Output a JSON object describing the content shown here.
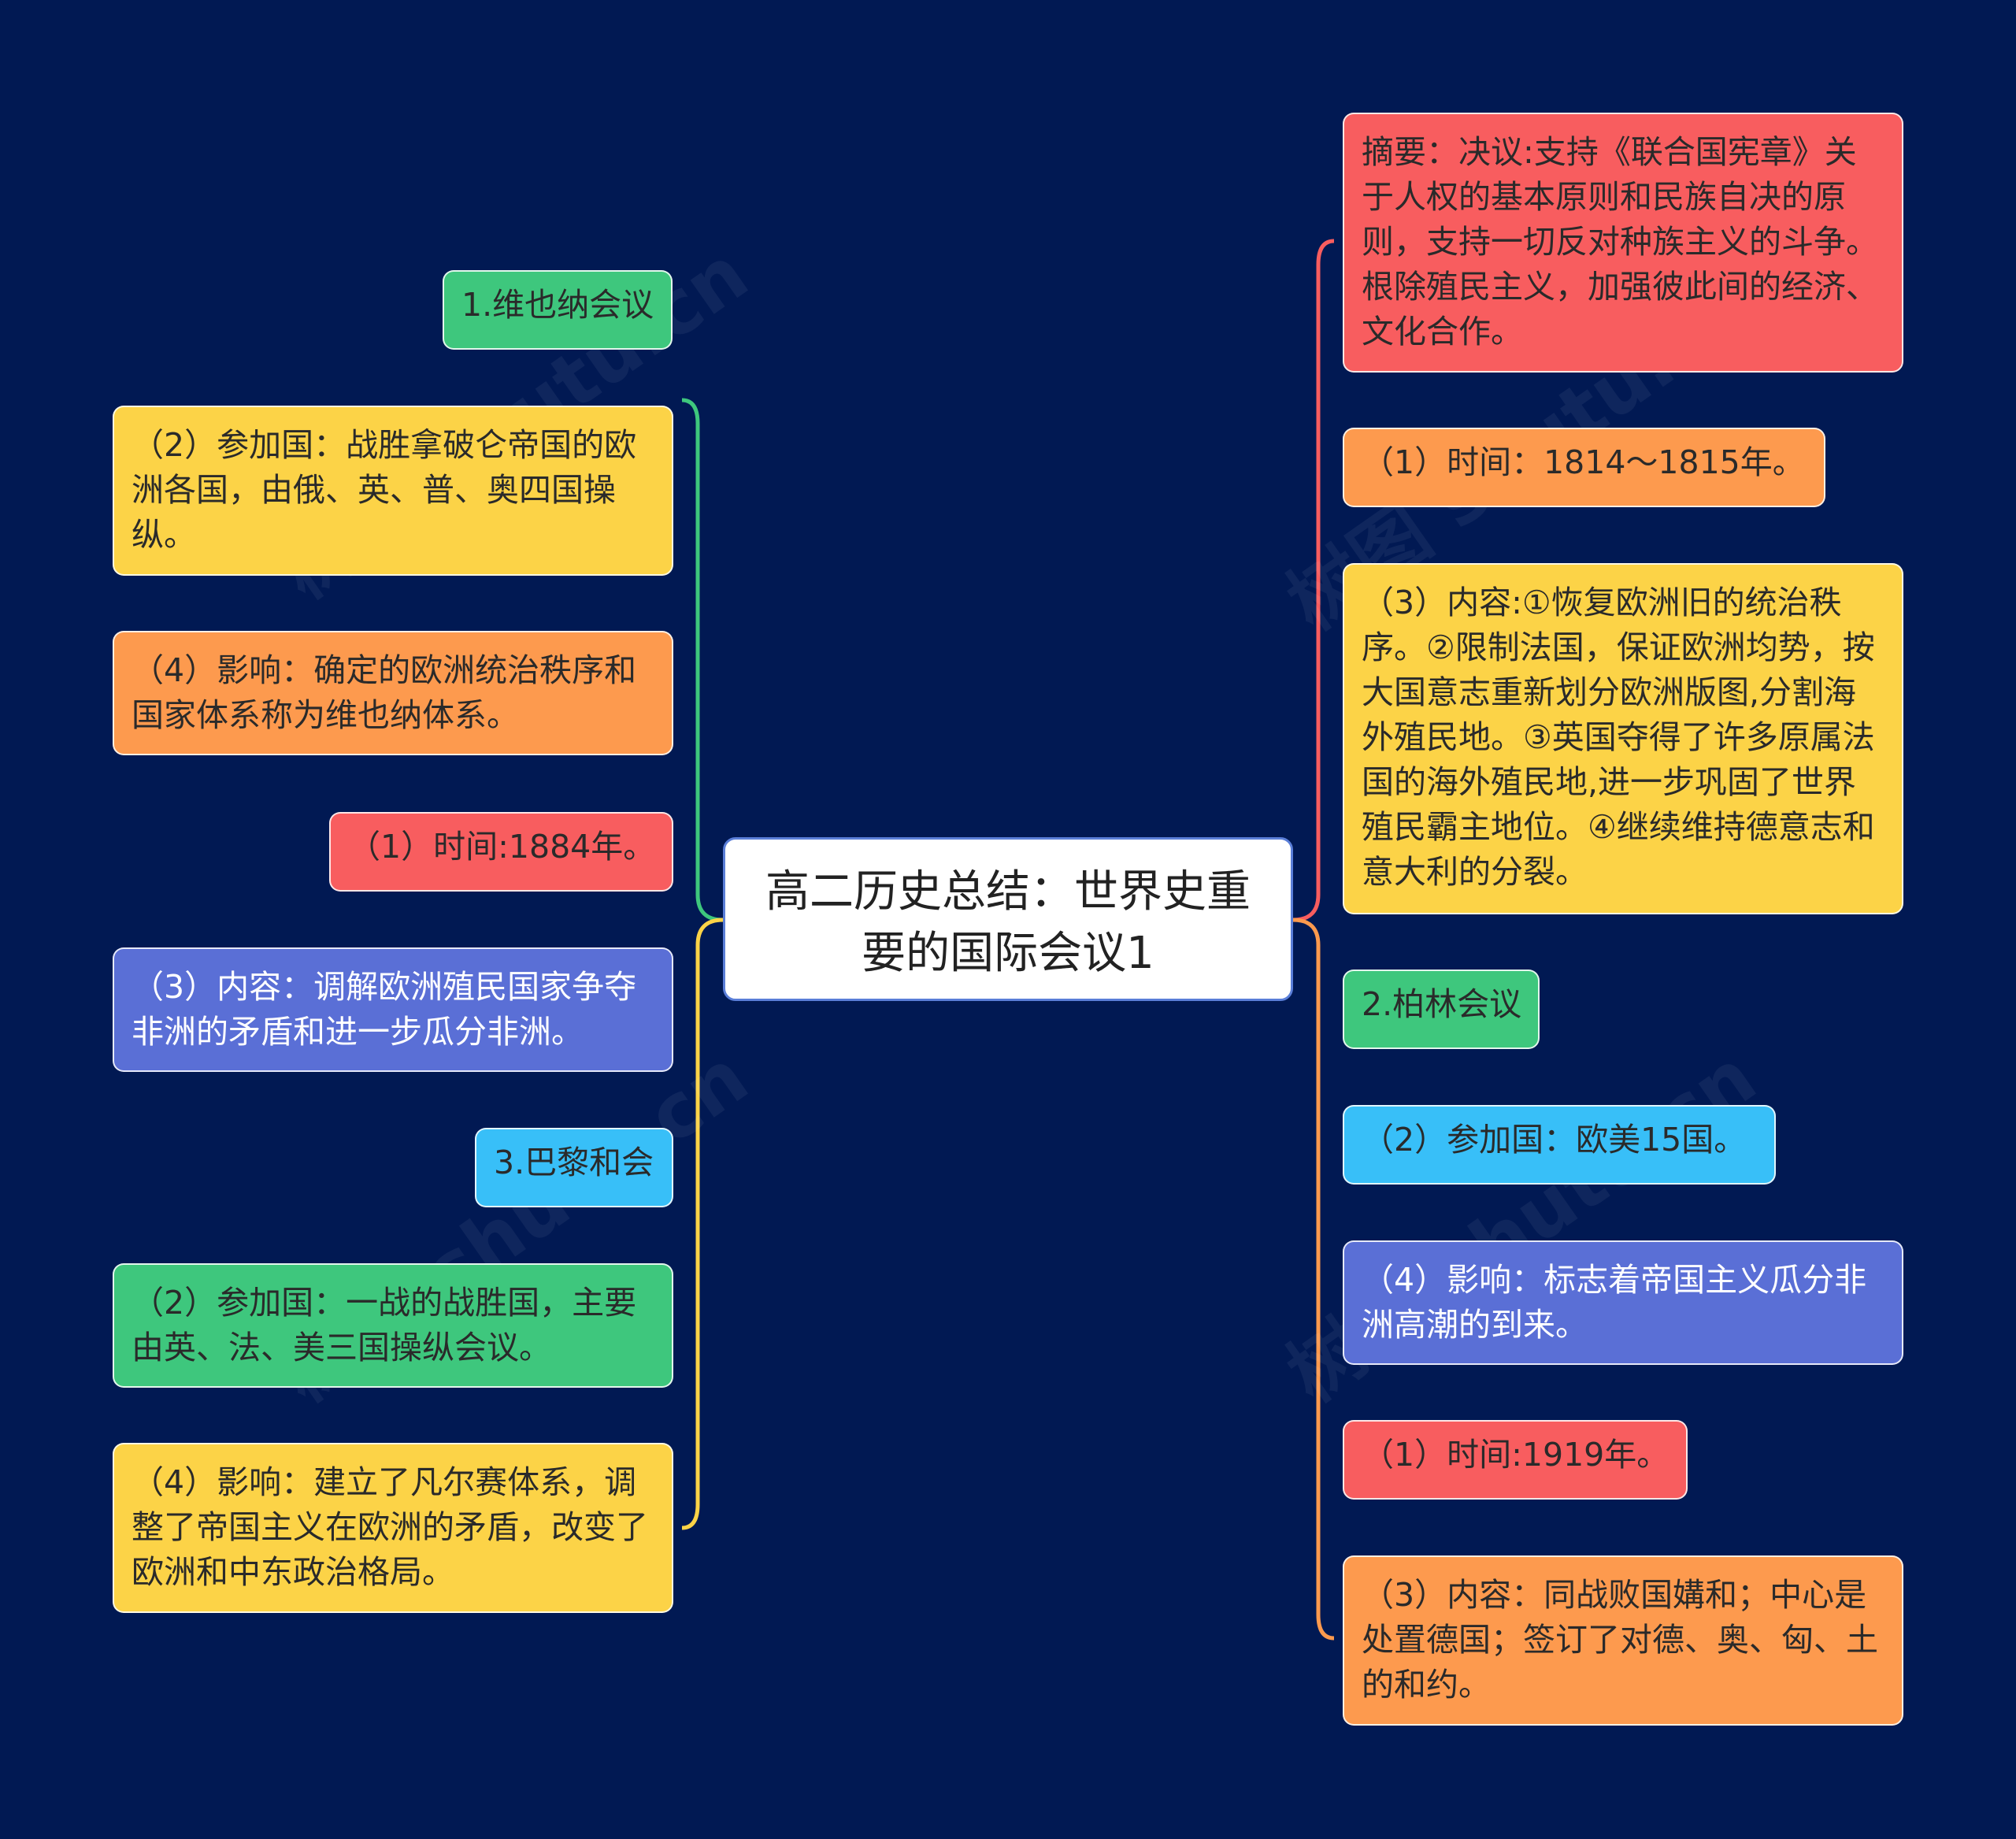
{
  "root": {
    "title": "高二历史总结：世界史重要的国际会议1"
  },
  "left": [
    {
      "text": "1.维也纳会议",
      "color": "#3ec77d"
    },
    {
      "text": "（2）参加国：战胜拿破仑帝国的欧洲各国，由俄、英、普、奥四国操纵。",
      "color": "#fcd347"
    },
    {
      "text": "（4）影响：确定的欧洲统治秩序和国家体系称为维也纳体系。",
      "color": "#fd9a4e"
    },
    {
      "text": "（1）时间:1884年。",
      "color": "#f85d5f"
    },
    {
      "text": "（3）内容：调解欧洲殖民国家争夺非洲的矛盾和进一步瓜分非洲。",
      "color": "#5a6fd6"
    },
    {
      "text": "3.巴黎和会",
      "color": "#38bff8"
    },
    {
      "text": "（2）参加国：一战的战胜国，主要由英、法、美三国操纵会议。",
      "color": "#3ec77d"
    },
    {
      "text": "（4）影响：建立了凡尔赛体系，调整了帝国主义在欧洲的矛盾，改变了欧洲和中东政治格局。",
      "color": "#fcd347"
    }
  ],
  "right": [
    {
      "text": "摘要：决议:支持《联合国宪章》关于人权的基本原则和民族自决的原则，支持一切反对种族主义的斗争。根除殖民主义，加强彼此间的经济、文化合作。",
      "color": "#f85d5f"
    },
    {
      "text": "（1）时间：1814～1815年。",
      "color": "#fd9a4e"
    },
    {
      "text": "（3）内容:①恢复欧洲旧的统治秩序。②限制法国，保证欧洲均势，按大国意志重新划分欧洲版图,分割海外殖民地。③英国夺得了许多原属法国的海外殖民地,进一步巩固了世界殖民霸主地位。④继续维持德意志和意大利的分裂。",
      "color": "#fcd347"
    },
    {
      "text": "2.柏林会议",
      "color": "#3ec77d"
    },
    {
      "text": "（2）参加国：欧美15国。",
      "color": "#38bff8"
    },
    {
      "text": "（4）影响：标志着帝国主义瓜分非洲高潮的到来。",
      "color": "#5a6fd6"
    },
    {
      "text": "（1）时间:1919年。",
      "color": "#f85d5f"
    },
    {
      "text": "（3）内容：同战败国媾和；中心是处置德国；签订了对德、奥、匈、土的和约。",
      "color": "#fd9a4e"
    }
  ],
  "connectors": {
    "left_upper": "#3ec77d",
    "left_lower": "#fcd347",
    "right_upper": "#f85d5f",
    "right_lower": "#fd9a4e"
  }
}
